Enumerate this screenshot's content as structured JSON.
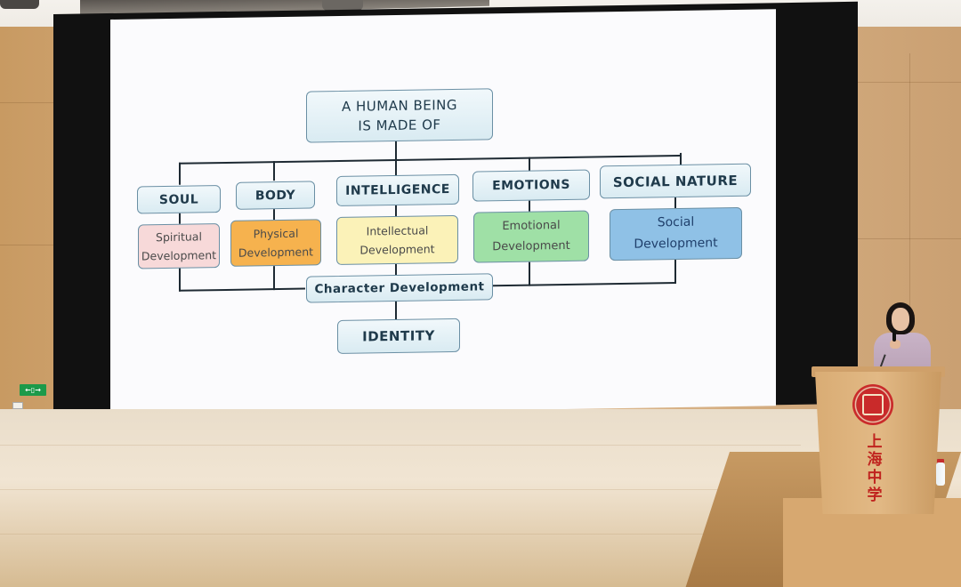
{
  "diagram": {
    "top": "A HUMAN BEING\nIS MADE OF",
    "categories": [
      {
        "id": "soul",
        "label": "SOUL",
        "dev": "Spiritual\nDevelopment",
        "color": "#f7d9d9"
      },
      {
        "id": "body",
        "label": "BODY",
        "dev": "Physical\nDevelopment",
        "color": "#f6b24e"
      },
      {
        "id": "intelligence",
        "label": "INTELLIGENCE",
        "dev": "Intellectual\nDevelopment",
        "color": "#fbf2b8"
      },
      {
        "id": "emotions",
        "label": "EMOTIONS",
        "dev": "Emotional\nDevelopment",
        "color": "#9fe0a6"
      },
      {
        "id": "social",
        "label": "SOCIAL NATURE",
        "dev": "Social\nDevelopment",
        "color": "#8fc1e6"
      }
    ],
    "character": "Character Development",
    "identity": "IDENTITY"
  },
  "room": {
    "exit_sign": "←▯→",
    "podium_text": [
      "上",
      "海",
      "中",
      "学"
    ]
  }
}
